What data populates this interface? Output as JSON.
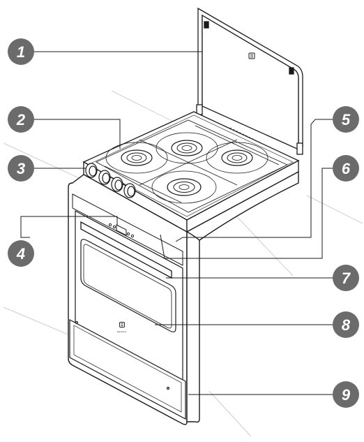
{
  "diagram": {
    "callouts": [
      {
        "id": 1,
        "label": "1"
      },
      {
        "id": 2,
        "label": "2"
      },
      {
        "id": 3,
        "label": "3"
      },
      {
        "id": 4,
        "label": "4"
      },
      {
        "id": 5,
        "label": "5"
      },
      {
        "id": 6,
        "label": "6"
      },
      {
        "id": 7,
        "label": "7"
      },
      {
        "id": 8,
        "label": "8"
      },
      {
        "id": 9,
        "label": "9"
      }
    ],
    "brand_text": "Electrolux",
    "colors": {
      "callout_fill": "#6b6b6b",
      "callout_text": "#ffffff",
      "line": "#1a1a1a",
      "shadow_lines": "#cfcfcf"
    }
  }
}
